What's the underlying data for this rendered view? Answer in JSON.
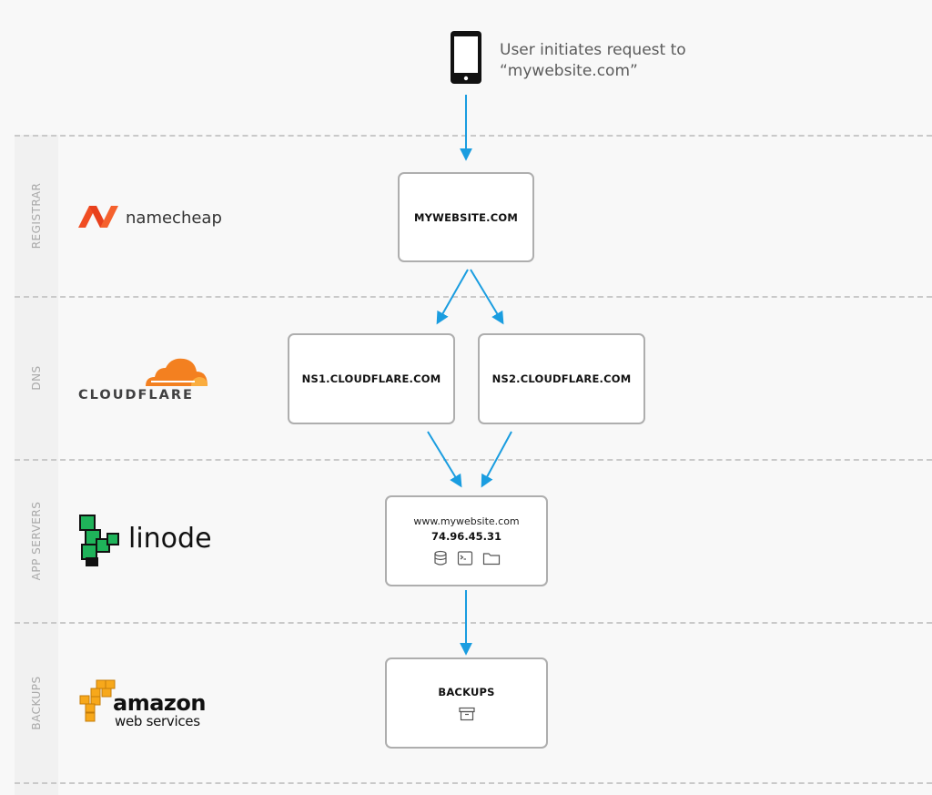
{
  "user": {
    "request_line1": "User initiates request to",
    "request_line2": "“mywebsite.com”",
    "device_icon": "smartphone-icon"
  },
  "bands": [
    {
      "label": "REGISTRAR",
      "provider": "namecheap"
    },
    {
      "label": "DNS",
      "provider": "CLOUDFLARE"
    },
    {
      "label": "APP SERVERS",
      "provider": "linode"
    },
    {
      "label": "BACKUPS",
      "provider_line1": "amazon",
      "provider_line2": "web services"
    }
  ],
  "nodes": {
    "registrar": {
      "title": "MYWEBSITE.COM"
    },
    "ns1": {
      "title": "NS1.CLOUDFLARE.COM"
    },
    "ns2": {
      "title": "NS2.CLOUDFLARE.COM"
    },
    "server": {
      "host": "www.mywebsite.com",
      "ip": "74.96.45.31",
      "icons": [
        "database-icon",
        "terminal-icon",
        "folder-icon"
      ]
    },
    "backups": {
      "title": "BACKUPS",
      "icon": "archive-box-icon"
    }
  },
  "colors": {
    "arrow": "#1a9de0",
    "namecheap": "#f04d23",
    "cloudflare_orange": "#f38020",
    "linode_green": "#1fb35a",
    "aws_orange": "#f7a81b",
    "label_gray": "#a9a9a9"
  }
}
